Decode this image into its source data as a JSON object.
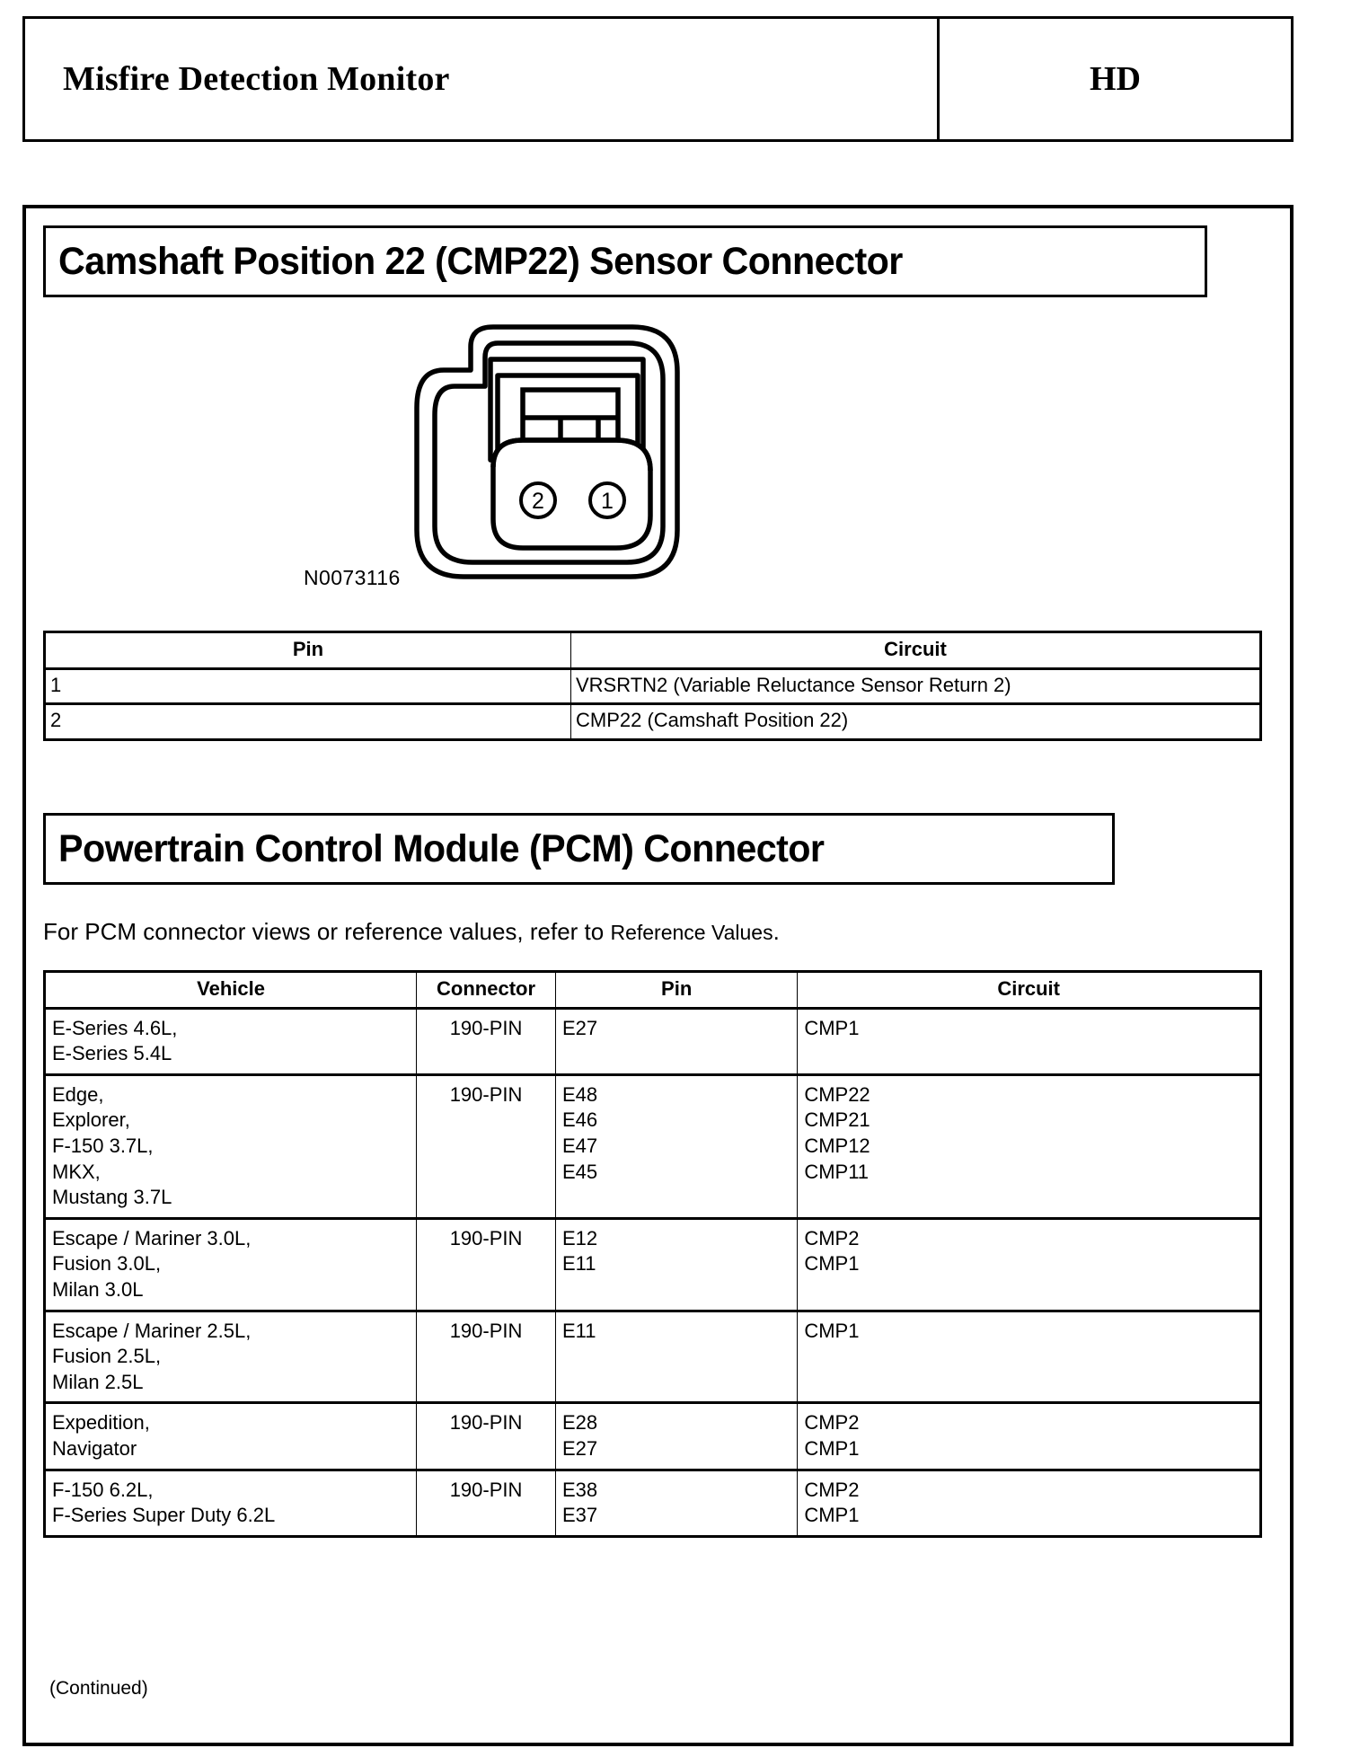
{
  "header": {
    "title": "Misfire Detection Monitor",
    "code": "HD"
  },
  "sections": {
    "cmp22": {
      "heading": "Camshaft Position 22 (CMP22) Sensor Connector",
      "figure_id": "N0073116",
      "connector_pin_labels": [
        "2",
        "1"
      ],
      "pin_table": {
        "columns": [
          "Pin",
          "Circuit"
        ],
        "rows": [
          {
            "pin": "1",
            "circuit": "VRSRTN2 (Variable Reluctance Sensor Return 2)"
          },
          {
            "pin": "2",
            "circuit": "CMP22 (Camshaft Position 22)"
          }
        ]
      }
    },
    "pcm": {
      "heading": "Powertrain Control Module (PCM) Connector",
      "note_prefix": "For PCM connector views or reference values, refer to ",
      "note_link": "Reference Values",
      "note_suffix": ".",
      "table": {
        "columns": [
          "Vehicle",
          "Connector",
          "Pin",
          "Circuit"
        ],
        "rows": [
          {
            "vehicle": "E-Series 4.6L,\nE-Series 5.4L",
            "connector": "190-PIN",
            "pin": "E27",
            "circuit": "CMP1"
          },
          {
            "vehicle": "Edge,\nExplorer,\nF-150 3.7L,\nMKX,\nMustang 3.7L",
            "connector": "190-PIN",
            "pin": "E48\nE46\nE47\nE45",
            "circuit": "CMP22\nCMP21\nCMP12\nCMP11"
          },
          {
            "vehicle": "Escape / Mariner 3.0L,\nFusion 3.0L,\nMilan 3.0L",
            "connector": "190-PIN",
            "pin": "E12\nE11",
            "circuit": "CMP2\nCMP1"
          },
          {
            "vehicle": "Escape / Mariner 2.5L,\nFusion 2.5L,\nMilan 2.5L",
            "connector": "190-PIN",
            "pin": "E11",
            "circuit": "CMP1"
          },
          {
            "vehicle": "Expedition,\nNavigator",
            "connector": "190-PIN",
            "pin": "E28\nE27",
            "circuit": "CMP2\nCMP1"
          },
          {
            "vehicle": "F-150 6.2L,\nF-Series Super Duty 6.2L",
            "connector": "190-PIN",
            "pin": "E38\nE37",
            "circuit": "CMP2\nCMP1"
          }
        ]
      },
      "continued": "(Continued)"
    }
  }
}
